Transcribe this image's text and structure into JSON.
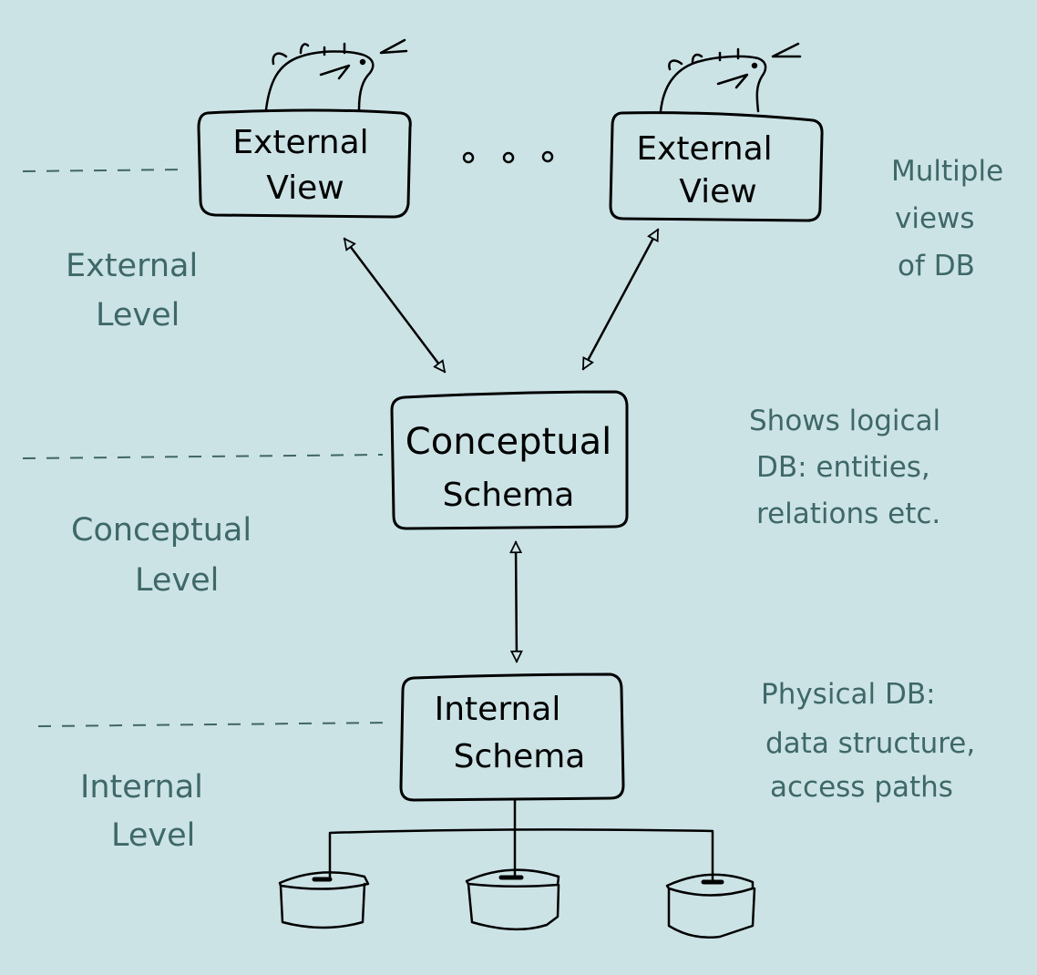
{
  "colors": {
    "background": "#cce3e6",
    "label": "#3f6868",
    "stroke": "#000000"
  },
  "boxes": {
    "external_1": [
      "External",
      "View"
    ],
    "external_2": [
      "External",
      "View"
    ],
    "conceptual": [
      "Conceptual",
      "Schema"
    ],
    "internal": [
      "Internal",
      "Schema"
    ]
  },
  "levels": {
    "external": [
      "External",
      "Level"
    ],
    "conceptual": [
      "Conceptual",
      "Level"
    ],
    "internal": [
      "Internal",
      "Level"
    ]
  },
  "notes": {
    "external": [
      "Multiple",
      "views",
      "of DB"
    ],
    "conceptual": [
      "Shows logical",
      "DB: entities,",
      "relations etc."
    ],
    "internal": [
      "Physical DB:",
      "data structure,",
      "access paths"
    ]
  },
  "icons": {
    "user": "mouse-icon",
    "storage": "database-cylinder-icon"
  }
}
